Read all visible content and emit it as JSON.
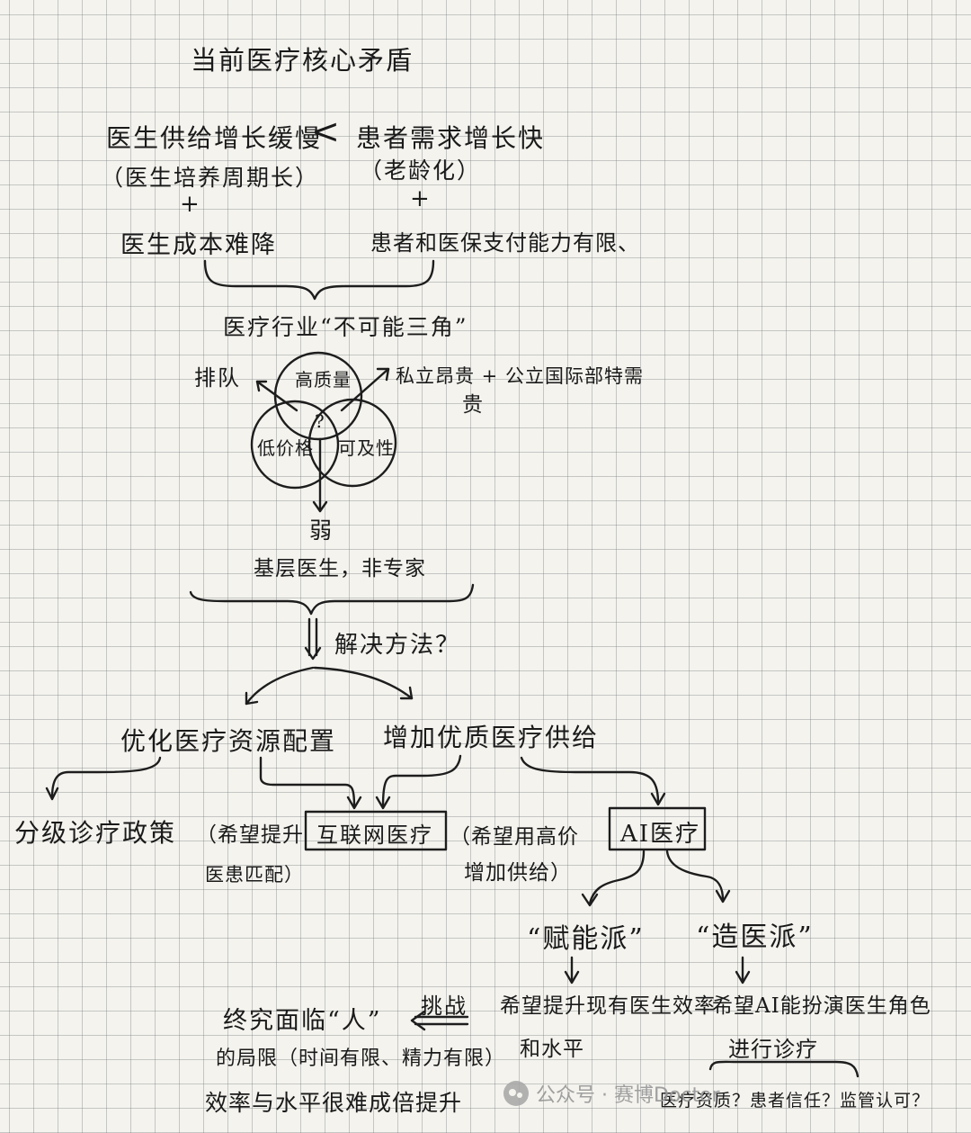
{
  "title": "当前医疗核心矛盾",
  "supply": {
    "line1": "医生供给增长缓慢",
    "line2": "（医生培养周期长）",
    "plus": "+",
    "line3": "医生成本难降"
  },
  "compare": "<",
  "demand": {
    "line1": "患者需求增长快",
    "line2": "（老龄化）",
    "plus": "+",
    "line3": "患者和医保支付能力有限、"
  },
  "impossible": "医疗行业“不可能三角”",
  "triangle": {
    "top": "高质量",
    "left": "低价格",
    "right": "可及性",
    "center": "?",
    "queue": "排队",
    "expensive_line1": "私立昂贵 + 公立国际部特需",
    "expensive_line2": "贵",
    "weak": "弱",
    "grassroots": "基层医生，非专家"
  },
  "solution": "解决方法？",
  "optimize": "优化医疗资源配置",
  "increase": "增加优质医疗供给",
  "tiered": "分级诊疗政策",
  "internet": {
    "box": "互联网医疗",
    "left_note_1": "（希望提升",
    "left_note_2": "医患匹配）",
    "right_note_1": "（希望用高价",
    "right_note_2": "增加供给）"
  },
  "ai": {
    "box": "AI医疗",
    "empower": "“赋能派”",
    "empower_desc": "希望提升现有医生效率",
    "empower_desc2": "和水平",
    "create": "“造医派”",
    "create_desc": "希望AI能扮演医生角色",
    "create_desc2": "进行诊疗",
    "create_questions": "医疗资质？患者信任？监管认可？"
  },
  "challenge": "挑战",
  "limit": {
    "line1": "终究面临“人”",
    "line2": "的局限（时间有限、精力有限）",
    "line3": "效率与水平很难成倍提升"
  },
  "watermark": {
    "icon": "wechat-icon",
    "label": "公众号 · 赛博Doctor"
  }
}
